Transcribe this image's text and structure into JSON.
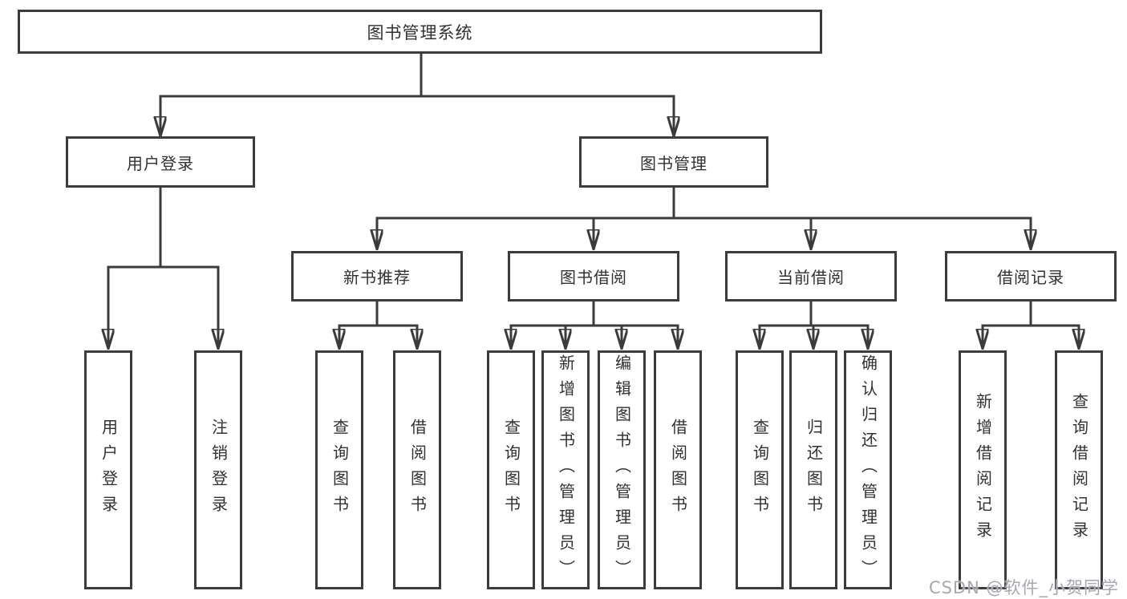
{
  "diagram_title": "图书管理系统",
  "colors": {
    "line": "#3b3b3b",
    "box_border": "#3c3c3c",
    "text": "#313131",
    "background": "#ffffff",
    "watermark": "#a7a7b0"
  },
  "nodes": {
    "root": "图书管理系统",
    "level2": [
      {
        "label": "用户登录"
      },
      {
        "label": "图书管理"
      }
    ],
    "level3": [
      {
        "label": "新书推荐"
      },
      {
        "label": "图书借阅"
      },
      {
        "label": "当前借阅"
      },
      {
        "label": "借阅记录"
      }
    ],
    "leaves": [
      {
        "label": "用户登录",
        "parent": "用户登录"
      },
      {
        "label": "注销登录",
        "parent": "用户登录"
      },
      {
        "label": "查询图书",
        "parent": "新书推荐"
      },
      {
        "label": "借阅图书",
        "parent": "新书推荐"
      },
      {
        "label": "查询图书",
        "parent": "图书借阅"
      },
      {
        "label": "新增图书（管理员）",
        "parent": "图书借阅"
      },
      {
        "label": "编辑图书（管理员）",
        "parent": "图书借阅"
      },
      {
        "label": "借阅图书",
        "parent": "图书借阅"
      },
      {
        "label": "查询图书",
        "parent": "当前借阅"
      },
      {
        "label": "归还图书",
        "parent": "当前借阅"
      },
      {
        "label": "确认归还（管理员）",
        "parent": "当前借阅"
      },
      {
        "label": "新增借阅记录",
        "parent": "借阅记录"
      },
      {
        "label": "查询借阅记录",
        "parent": "借阅记录"
      }
    ]
  },
  "watermark": {
    "text": "CSDN @软件_小贺同学"
  }
}
